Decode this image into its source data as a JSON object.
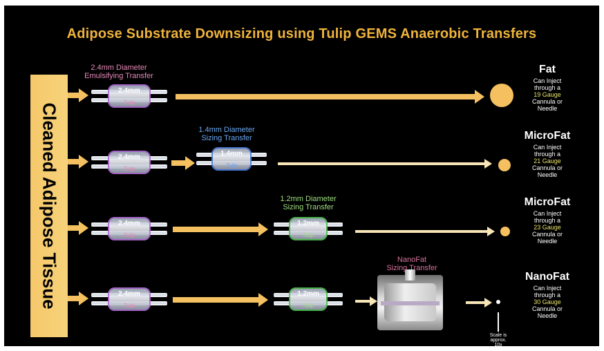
{
  "title": "Adipose Substrate Downsizing using Tulip GEMS Anaerobic Transfers",
  "side_label": "Cleaned Adipose Tissue",
  "labels": {
    "emulsifying": [
      "2.4mm Diameter",
      "Emulsifying Transfer"
    ],
    "sizing14": [
      "1.4mm Diameter",
      "Sizing Transfer"
    ],
    "sizing12": [
      "1.2mm Diameter",
      "Sizing Transfer"
    ],
    "nanofat_sizing": [
      "NanoFat",
      "Sizing Transfer"
    ]
  },
  "devices": {
    "d24": "2.4mm",
    "d14": "1.4mm",
    "d12": "1.2mm",
    "brand": "Tulip"
  },
  "outputs": [
    {
      "name": "Fat",
      "line1": "Can Inject",
      "line2": "through a",
      "gauge": "19 Gauge",
      "line3": "Cannula or",
      "line4": "Needle"
    },
    {
      "name": "MicroFat",
      "line1": "Can Inject",
      "line2": "through a",
      "gauge": "21 Gauge",
      "line3": "Cannula or",
      "line4": "Needle"
    },
    {
      "name": "MicroFat",
      "line1": "Can Inject",
      "line2": "through a",
      "gauge": "23 Gauge",
      "line3": "Cannula or",
      "line4": "Needle"
    },
    {
      "name": "NanoFat",
      "line1": "Can Inject",
      "line2": "through a",
      "gauge": "30 Gauge",
      "line3": "Cannula or",
      "line4": "Needle"
    }
  ],
  "scale_note": [
    "Scale is",
    "approx.",
    "10x"
  ],
  "colors": {
    "accent": "#f0b43c",
    "arrow": "#f5c060",
    "gauge": "#e9e36b"
  }
}
